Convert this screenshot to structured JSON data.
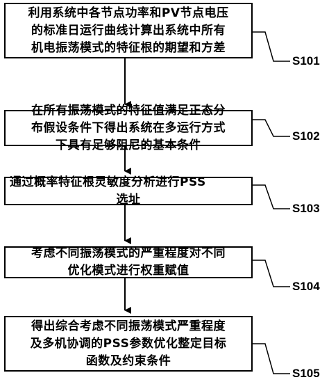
{
  "steps": [
    {
      "id": "S101",
      "lines": [
        "利用系统中各节点功率和PV节点电压",
        "的标准日运行曲线计算出系统中所有",
        "机电振荡模式的特征根的期望和方差"
      ]
    },
    {
      "id": "S102",
      "lines": [
        "在所有振荡模式的特征值满足正态分",
        "布假设条件下得出系统在多运行方式",
        "下具有足够阻尼的基本条件"
      ]
    },
    {
      "id": "S103",
      "lines": [
        "通过概率特征根灵敏度分析进行PSS",
        "选址"
      ]
    },
    {
      "id": "S104",
      "lines": [
        "考虑不同振荡模式的严重程度对不同",
        "优化模式进行权重赋值"
      ]
    },
    {
      "id": "S105",
      "lines": [
        "得出综合考虑不同振荡模式严重程度",
        "及多机协调的PSS参数优化整定目标",
        "函数及约束条件"
      ]
    }
  ]
}
